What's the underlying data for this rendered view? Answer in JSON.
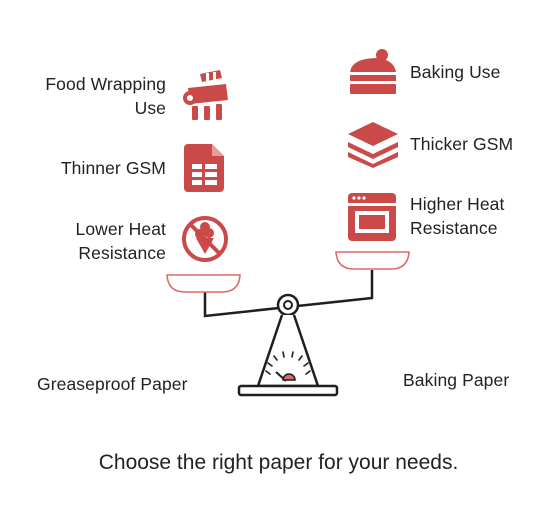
{
  "left": {
    "side_label": "Greaseproof Paper",
    "items": [
      {
        "label_line1": "Food Wrapping",
        "label_line2": "Use",
        "icon": "food-wrapping-icon"
      },
      {
        "label_line1": "Thinner GSM",
        "icon": "document-sheet-icon"
      },
      {
        "label_line1": "Lower Heat",
        "label_line2": "Resistance",
        "icon": "no-ice-cream-icon"
      }
    ]
  },
  "right": {
    "side_label": "Baking Paper",
    "items": [
      {
        "label_line1": "Baking Use",
        "icon": "cake-icon"
      },
      {
        "label_line1": "Thicker GSM",
        "icon": "stacked-layers-icon"
      },
      {
        "label_line1": "Higher Heat",
        "label_line2": "Resistance",
        "icon": "oven-icon"
      }
    ]
  },
  "caption": "Choose the right paper for your needs.",
  "colors": {
    "accent": "#c94a48",
    "outline": "#1f1f1f",
    "pan_stroke": "#e06a66"
  }
}
